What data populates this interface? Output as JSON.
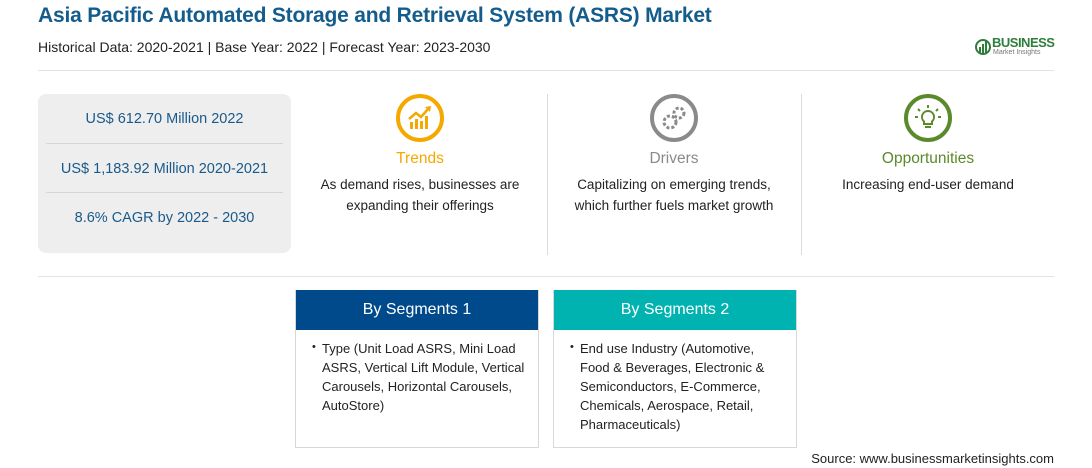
{
  "header": {
    "title": "Asia Pacific Automated Storage and Retrieval System (ASRS) Market",
    "subtitle": "Historical Data: 2020-2021 | Base Year: 2022 | Forecast Year: 2023-2030"
  },
  "logo": {
    "line1": "BUSINESS",
    "line2": "Market Insights"
  },
  "stats": [
    "US$ 612.70 Million 2022",
    "US$ 1,183.92 Million 2020-2021",
    "8.6% CAGR by 2022 - 2030"
  ],
  "columns": [
    {
      "label": "Trends",
      "desc": "As demand rises, businesses are expanding their offerings",
      "color": "#f5a800",
      "icon": "trend-chart-icon"
    },
    {
      "label": "Drivers",
      "desc": "Capitalizing on emerging trends, which further fuels market growth",
      "color": "#8a8a8a",
      "icon": "gears-icon"
    },
    {
      "label": "Opportunities",
      "desc": "Increasing end-user demand",
      "color": "#5a8a2a",
      "icon": "lightbulb-icon"
    }
  ],
  "segments": [
    {
      "title": "By Segments 1",
      "text": "Type (Unit Load ASRS, Mini Load ASRS, Vertical Lift Module, Vertical Carousels, Horizontal Carousels, AutoStore)",
      "color": "#004a8b"
    },
    {
      "title": "By Segments 2",
      "text": "End use Industry (Automotive, Food & Beverages, Electronic & Semiconductors, E-Commerce, Chemicals, Aerospace, Retail, Pharmaceuticals)",
      "color": "#00b3b0"
    }
  ],
  "source": "Source: www.businessmarketinsights.com"
}
